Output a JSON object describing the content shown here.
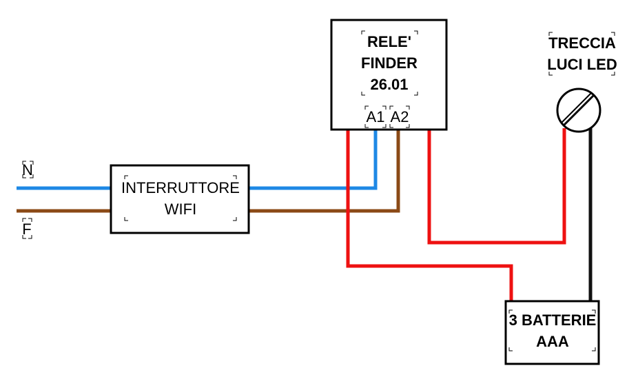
{
  "terminals": {
    "neutral": "N",
    "phase": "F"
  },
  "switch": {
    "line1": "INTERRUTTORE",
    "line2": "WIFI"
  },
  "relay": {
    "line1": "RELE'",
    "line2": "FINDER",
    "line3": "26.01",
    "pin_a1": "A1",
    "pin_a2": "A2"
  },
  "led_string": {
    "line1": "TRECCIA",
    "line2": "LUCI LED"
  },
  "battery": {
    "line1": "3 BATTERIE",
    "line2": "AAA"
  },
  "colors": {
    "neutral_wire": "#1e88e5",
    "phase_wire": "#8b4a16",
    "positive_wire": "#ee1111",
    "negative_wire": "#111111"
  }
}
